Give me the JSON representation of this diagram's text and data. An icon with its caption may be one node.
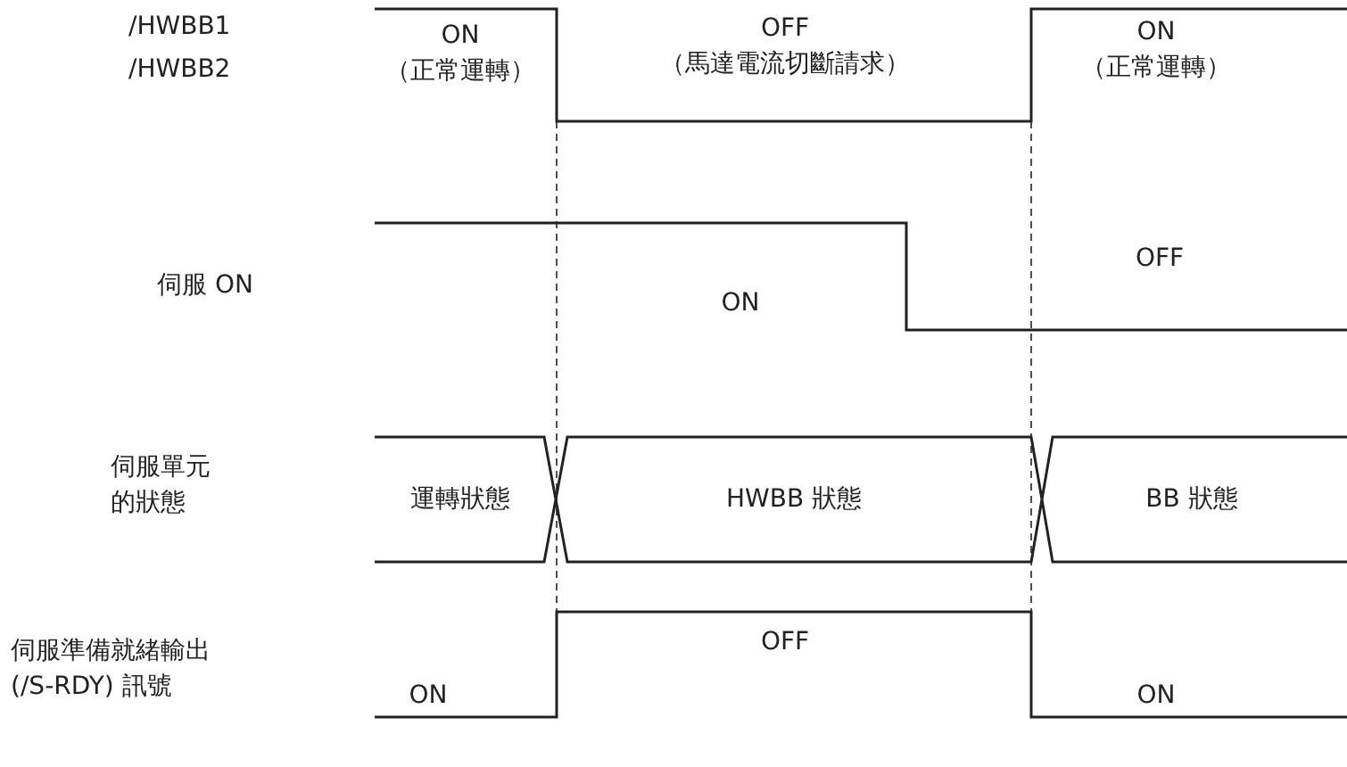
{
  "diagram": {
    "labels": [
      "/HWBB1",
      "/HWBB2",
      "ON",
      "（正常運轉）",
      "OFF",
      "（馬達電流切斷請求）",
      "ON",
      "（正常運轉）",
      "伺服 ON",
      "ON",
      "OFF",
      "伺服單元的狀態",
      "運轉狀態",
      "HWBB 狀態",
      "BB 狀態",
      "伺服準備就緒輸出(/S-RDY) 訊號",
      "OFF",
      "ON",
      "ON"
    ]
  }
}
